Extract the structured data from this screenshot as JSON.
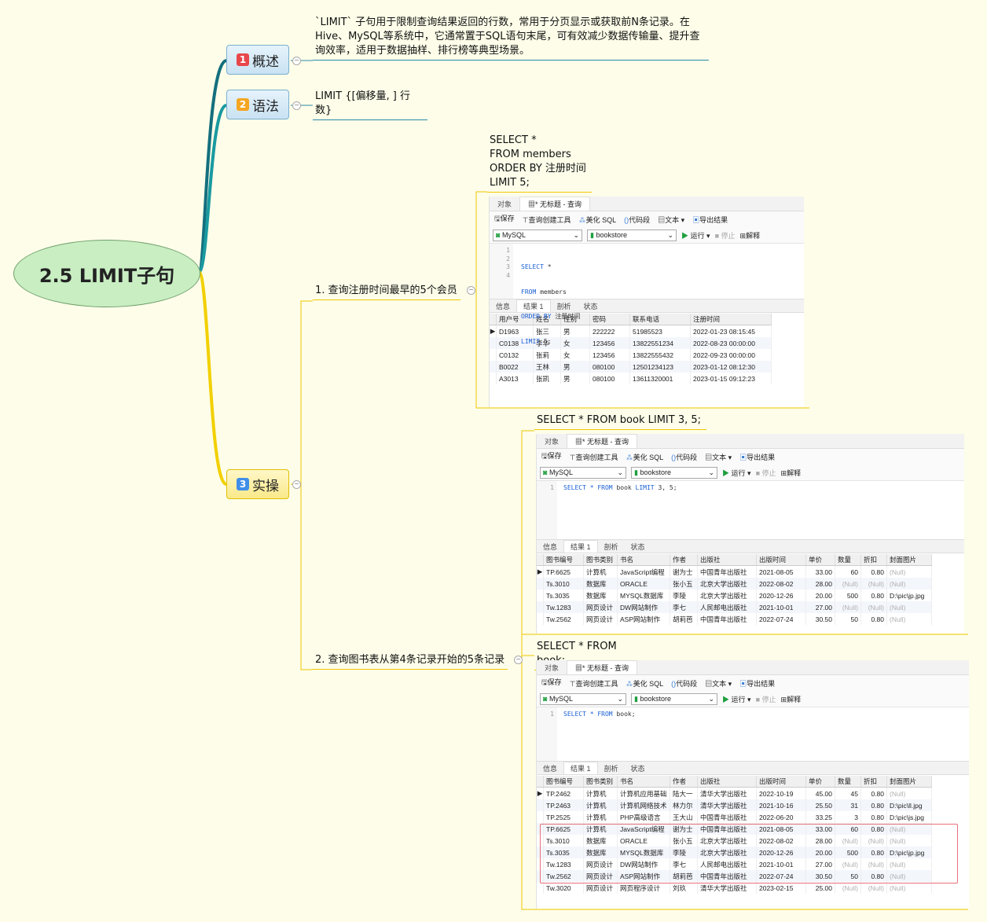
{
  "root": {
    "title": "2.5 LIMIT子句"
  },
  "topics": [
    {
      "num": "1",
      "label": "概述",
      "color": "#e8474b"
    },
    {
      "num": "2",
      "label": "语法",
      "color": "#f5a623"
    },
    {
      "num": "3",
      "label": "实操",
      "color": "#3f8ee8"
    }
  ],
  "overview_text": "`LIMIT` 子句用于限制查询结果返回的行数，常用于分页显示或获取前N条记录。在Hive、MySQL等系统中，它通常置于SQL语句末尾，可有效减少数据传输量、提升查询效率，适用于数据抽样、排行榜等典型场景。",
  "syntax_text": "LIMIT {[偏移量, ] 行数}",
  "practice": {
    "item1": "1. 查询注册时间最早的5个会员",
    "item2": "2. 查询图书表从第4条记录开始的5条记录",
    "sql1_lines": [
      "SELECT *",
      "FROM members",
      "ORDER BY 注册时间",
      "LIMIT 5;"
    ],
    "sql2": "SELECT * FROM book LIMIT 3, 5;",
    "sql3": "SELECT * FROM book;"
  },
  "navicat": {
    "tab_object": "对象",
    "tab_query": "* 无标题 - 查询",
    "save": "保存",
    "builder": "查询创建工具",
    "beautify": "美化 SQL",
    "snippet": "代码段",
    "text": "文本",
    "export": "导出结果",
    "conn": "MySQL",
    "db": "bookstore",
    "run": "运行",
    "stop": "停止",
    "explain": "解释",
    "rtab_info": "信息",
    "rtab_result": "结果 1",
    "rtab_profile": "剖析",
    "rtab_status": "状态"
  },
  "window1": {
    "code_lines": [
      {
        "n": "1",
        "kw": "SELECT",
        "rest": " *"
      },
      {
        "n": "2",
        "kw": "FROM",
        "rest": " members"
      },
      {
        "n": "3",
        "kw": "ORDER BY",
        "rest": " 注册时间"
      },
      {
        "n": "4",
        "kw": "LIMIT",
        "rest": " 5;"
      }
    ],
    "columns": [
      "用户号",
      "姓名",
      "性别",
      "密码",
      "联系电话",
      "注册时间"
    ],
    "rows": [
      [
        "D1963",
        "张三",
        "男",
        "222222",
        "51985523",
        "2022-01-23 08:15:45"
      ],
      [
        "C0138",
        "李华",
        "女",
        "123456",
        "13822551234",
        "2022-08-23 00:00:00"
      ],
      [
        "C0132",
        "张莉",
        "女",
        "123456",
        "13822555432",
        "2022-09-23 00:00:00"
      ],
      [
        "B0022",
        "王林",
        "男",
        "080100",
        "12501234123",
        "2023-01-12 08:12:30"
      ],
      [
        "A3013",
        "张凯",
        "男",
        "080100",
        "13611320001",
        "2023-01-15 09:12:23"
      ]
    ]
  },
  "book_columns": [
    "图书编号",
    "图书类别",
    "书名",
    "作者",
    "出版社",
    "出版时间",
    "单价",
    "数量",
    "折扣",
    "封面图片"
  ],
  "window2": {
    "code_lines": [
      {
        "n": "1",
        "kw": "SELECT * FROM",
        "rest": " book ",
        "kw2": "LIMIT",
        "rest2": " 3, 5;"
      }
    ],
    "rows": [
      [
        "TP.6625",
        "计算机",
        "JavaScript编程",
        "谢为士",
        "中国青年出版社",
        "2021-08-05",
        "33.00",
        "60",
        "0.80",
        "(Null)"
      ],
      [
        "Ts.3010",
        "数据库",
        "ORACLE",
        "张小五",
        "北京大学出版社",
        "2022-08-02",
        "28.00",
        "(Null)",
        "(Null)",
        "(Null)"
      ],
      [
        "Ts.3035",
        "数据库",
        "MYSQL数据库",
        "李陵",
        "北京大学出版社",
        "2020-12-26",
        "20.00",
        "500",
        "0.80",
        "D:\\pic\\jp.jpg"
      ],
      [
        "Tw.1283",
        "网页设计",
        "DW网站制作",
        "李七",
        "人民邮电出版社",
        "2021-10-01",
        "27.00",
        "(Null)",
        "(Null)",
        "(Null)"
      ],
      [
        "Tw.2562",
        "网页设计",
        "ASP网站制作",
        "胡莉芭",
        "中国青年出版社",
        "2022-07-24",
        "30.50",
        "50",
        "0.80",
        "(Null)"
      ]
    ]
  },
  "window3": {
    "code_lines": [
      {
        "n": "1",
        "kw": "SELECT * FROM",
        "rest": " book;"
      }
    ],
    "rows": [
      [
        "TP.2462",
        "计算机",
        "计算机应用基础",
        "陆大一",
        "清华大学出版社",
        "2022-10-19",
        "45.00",
        "45",
        "0.80",
        "(Null)"
      ],
      [
        "TP.2463",
        "计算机",
        "计算机网络技术",
        "林力尔",
        "清华大学出版社",
        "2021-10-16",
        "25.50",
        "31",
        "0.80",
        "D:\\pic\\ll.jpg"
      ],
      [
        "TP.2525",
        "计算机",
        "PHP高级语言",
        "王大山",
        "中国青年出版社",
        "2022-06-20",
        "33.25",
        "3",
        "0.80",
        "D:\\pic\\js.jpg"
      ],
      [
        "TP.6625",
        "计算机",
        "JavaScript编程",
        "谢为士",
        "中国青年出版社",
        "2021-08-05",
        "33.00",
        "60",
        "0.80",
        "(Null)"
      ],
      [
        "Ts.3010",
        "数据库",
        "ORACLE",
        "张小五",
        "北京大学出版社",
        "2022-08-02",
        "28.00",
        "(Null)",
        "(Null)",
        "(Null)"
      ],
      [
        "Ts.3035",
        "数据库",
        "MYSQL数据库",
        "李陵",
        "北京大学出版社",
        "2020-12-26",
        "20.00",
        "500",
        "0.80",
        "D:\\pic\\jp.jpg"
      ],
      [
        "Tw.1283",
        "网页设计",
        "DW网站制作",
        "李七",
        "人民邮电出版社",
        "2021-10-01",
        "27.00",
        "(Null)",
        "(Null)",
        "(Null)"
      ],
      [
        "Tw.2562",
        "网页设计",
        "ASP网站制作",
        "胡莉芭",
        "中国青年出版社",
        "2022-07-24",
        "30.50",
        "50",
        "0.80",
        "(Null)"
      ],
      [
        "Tw.3020",
        "网页设计",
        "网页程序设计",
        "刘玖",
        "清华大学出版社",
        "2023-02-15",
        "25.00",
        "(Null)",
        "(Null)",
        "(Null)"
      ]
    ],
    "highlight_rows": [
      3,
      7
    ],
    "highlight_color": "#e8707a"
  }
}
